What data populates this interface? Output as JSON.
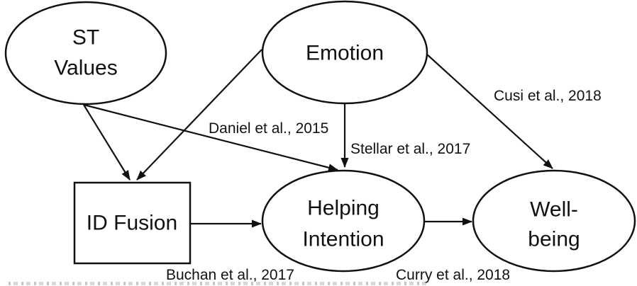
{
  "diagram": {
    "type": "path-model",
    "colors": {
      "background": "#ffffff",
      "stroke": "#111111",
      "text": "#111111"
    },
    "nodes": {
      "st_values": {
        "shape": "ellipse",
        "lines": [
          "ST",
          "Values"
        ]
      },
      "emotion": {
        "shape": "ellipse",
        "lines": [
          "Emotion"
        ]
      },
      "id_fusion": {
        "shape": "rectangle",
        "lines": [
          "ID Fusion"
        ]
      },
      "helping_intention": {
        "shape": "ellipse",
        "lines": [
          "Helping",
          "Intention"
        ]
      },
      "well_being": {
        "shape": "ellipse",
        "lines": [
          "Well-",
          "being"
        ]
      }
    },
    "edges": [
      {
        "from": "st_values",
        "to": "id_fusion",
        "label": ""
      },
      {
        "from": "st_values",
        "to": "helping_intention",
        "label": "Daniel et al., 2015"
      },
      {
        "from": "emotion",
        "to": "id_fusion",
        "label": ""
      },
      {
        "from": "emotion",
        "to": "helping_intention",
        "label": "Stellar et al., 2017"
      },
      {
        "from": "emotion",
        "to": "well_being",
        "label": "Cusi et al., 2018"
      },
      {
        "from": "id_fusion",
        "to": "helping_intention",
        "label": "Buchan et al., 2017"
      },
      {
        "from": "helping_intention",
        "to": "well_being",
        "label": "Curry et al., 2018"
      }
    ]
  }
}
